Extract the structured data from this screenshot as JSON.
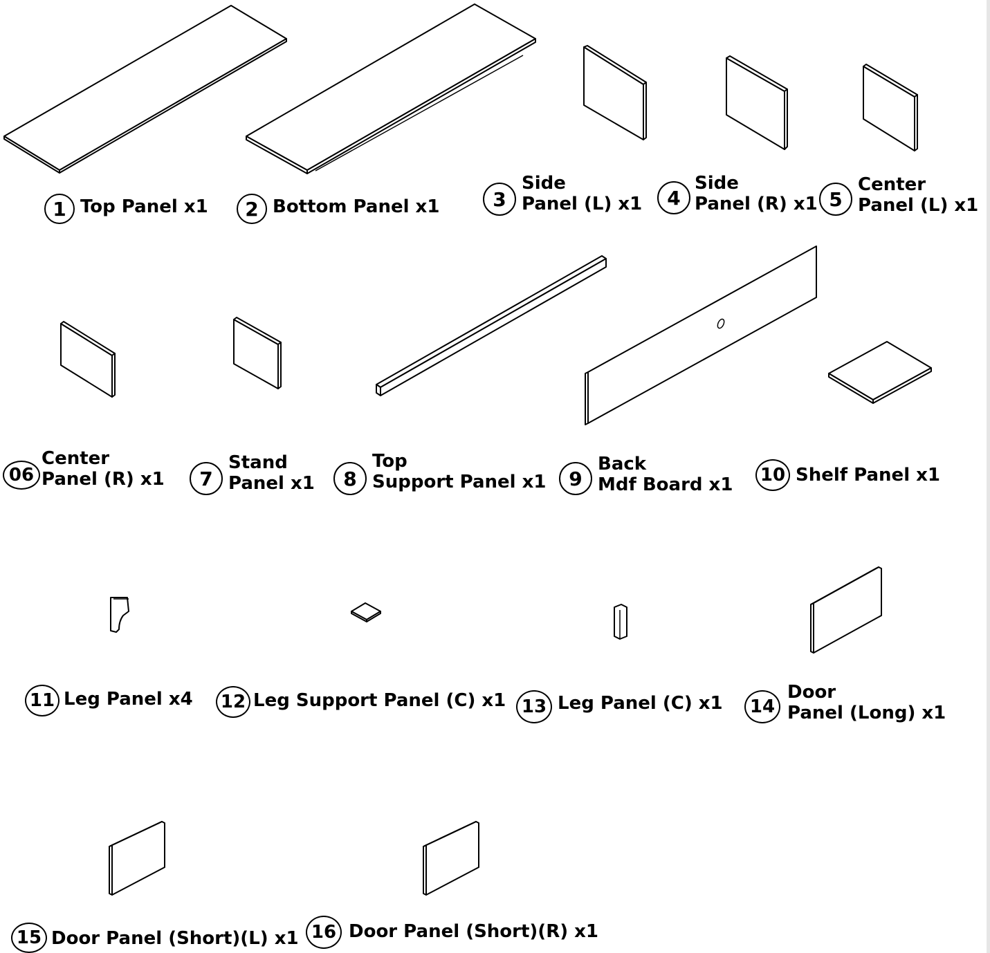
{
  "parts": [
    {
      "number": "1",
      "lines": [
        "Top Panel x1"
      ]
    },
    {
      "number": "2",
      "lines": [
        "Bottom Panel x1"
      ]
    },
    {
      "number": "3",
      "lines": [
        "Side",
        "Panel (L) x1"
      ]
    },
    {
      "number": "4",
      "lines": [
        "Side",
        "Panel (R) x1"
      ]
    },
    {
      "number": "5",
      "lines": [
        "Center",
        "Panel (L) x1"
      ]
    },
    {
      "number": "06",
      "lines": [
        "Center",
        "Panel (R) x1"
      ]
    },
    {
      "number": "7",
      "lines": [
        "Stand",
        "Panel x1"
      ]
    },
    {
      "number": "8",
      "lines": [
        "Top",
        "Support Panel x1"
      ]
    },
    {
      "number": "9",
      "lines": [
        "Back",
        "Mdf Board x1"
      ]
    },
    {
      "number": "10",
      "lines": [
        "Shelf Panel x1"
      ]
    },
    {
      "number": "11",
      "lines": [
        "Leg Panel x4"
      ]
    },
    {
      "number": "12",
      "lines": [
        "Leg Support Panel (C) x1"
      ]
    },
    {
      "number": "13",
      "lines": [
        "Leg Panel (C) x1"
      ]
    },
    {
      "number": "14",
      "lines": [
        "Door",
        "Panel (Long) x1"
      ]
    },
    {
      "number": "15",
      "lines": [
        "Door Panel (Short)(L) x1"
      ]
    },
    {
      "number": "16",
      "lines": [
        "Door Panel (Short)(R) x1"
      ]
    }
  ]
}
